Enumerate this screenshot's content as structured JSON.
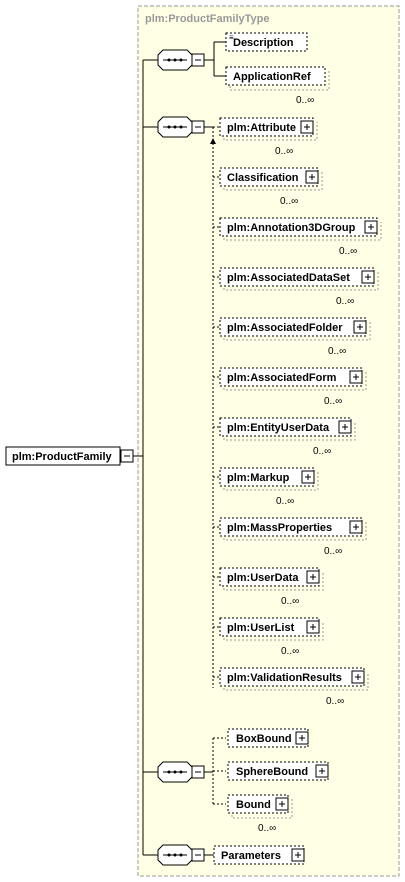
{
  "type_label": "plm:ProductFamilyType",
  "root": {
    "label": "plm:ProductFamily"
  },
  "sequences": {
    "seq1": {
      "description": {
        "label": "Description"
      },
      "application_ref": {
        "label": "ApplicationRef",
        "occurs": "0..∞"
      }
    },
    "seq2": {
      "items": [
        {
          "label": "plm:Attribute",
          "occurs": "0..∞"
        },
        {
          "label": "Classification",
          "occurs": "0..∞"
        },
        {
          "label": "plm:Annotation3DGroup",
          "occurs": "0..∞"
        },
        {
          "label": "plm:AssociatedDataSet",
          "occurs": "0..∞"
        },
        {
          "label": "plm:AssociatedFolder",
          "occurs": "0..∞"
        },
        {
          "label": "plm:AssociatedForm",
          "occurs": "0..∞"
        },
        {
          "label": "plm:EntityUserData",
          "occurs": "0..∞"
        },
        {
          "label": "plm:Markup",
          "occurs": "0..∞"
        },
        {
          "label": "plm:MassProperties",
          "occurs": "0..∞"
        },
        {
          "label": "plm:UserData",
          "occurs": "0..∞"
        },
        {
          "label": "plm:UserList",
          "occurs": "0..∞"
        },
        {
          "label": "plm:ValidationResults",
          "occurs": "0..∞"
        }
      ]
    },
    "seq3": {
      "box_bound": {
        "label": "BoxBound"
      },
      "sphere_bound": {
        "label": "SphereBound"
      },
      "bound": {
        "label": "Bound",
        "occurs": "0..∞"
      }
    },
    "seq4": {
      "parameters": {
        "label": "Parameters"
      }
    }
  }
}
